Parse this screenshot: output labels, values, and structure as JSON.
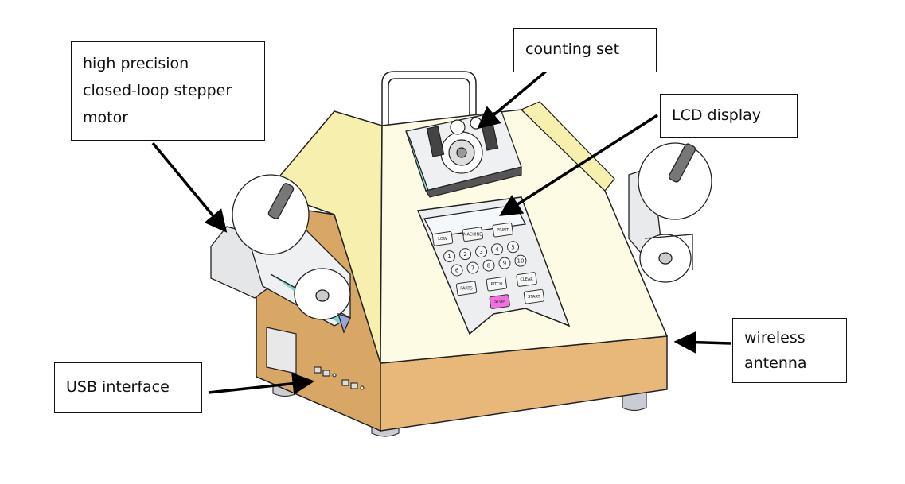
{
  "callouts": {
    "motor": {
      "lines": [
        "high precision",
        "closed-loop stepper",
        "motor"
      ]
    },
    "counting_set": {
      "lines": [
        "counting set"
      ]
    },
    "lcd_display": {
      "lines": [
        "LCD display"
      ]
    },
    "wireless_antenna": {
      "lines": [
        "wireless",
        "antenna"
      ]
    },
    "usb_interface": {
      "lines": [
        "USB interface"
      ]
    }
  },
  "keypad": {
    "function_keys": [
      "LOW",
      "MACHINE",
      "PRINT",
      "PARTS",
      "PITCH",
      "CLEAR",
      "STOP",
      "START"
    ],
    "number_keys": [
      "1",
      "2",
      "3",
      "4",
      "5",
      "6",
      "7",
      "8",
      "9",
      "10"
    ]
  },
  "colors": {
    "case_tan": "#e8b87a",
    "case_shadow": "#d9a765",
    "top_cream": "#fdfbe3",
    "top_yellow": "#f7efae",
    "stop_key": "#f070e0",
    "outline": "#222222"
  }
}
